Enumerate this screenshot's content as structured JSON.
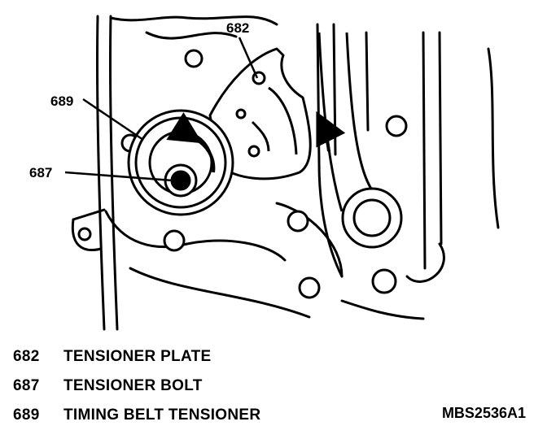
{
  "callouts": {
    "c682": "682",
    "c689": "689",
    "c687": "687"
  },
  "legend": [
    {
      "number": "682",
      "text": "TENSIONER PLATE"
    },
    {
      "number": "687",
      "text": "TENSIONER BOLT"
    },
    {
      "number": "689",
      "text": "TIMING BELT TENSIONER"
    }
  ],
  "figure_code": "MBS2536A1"
}
